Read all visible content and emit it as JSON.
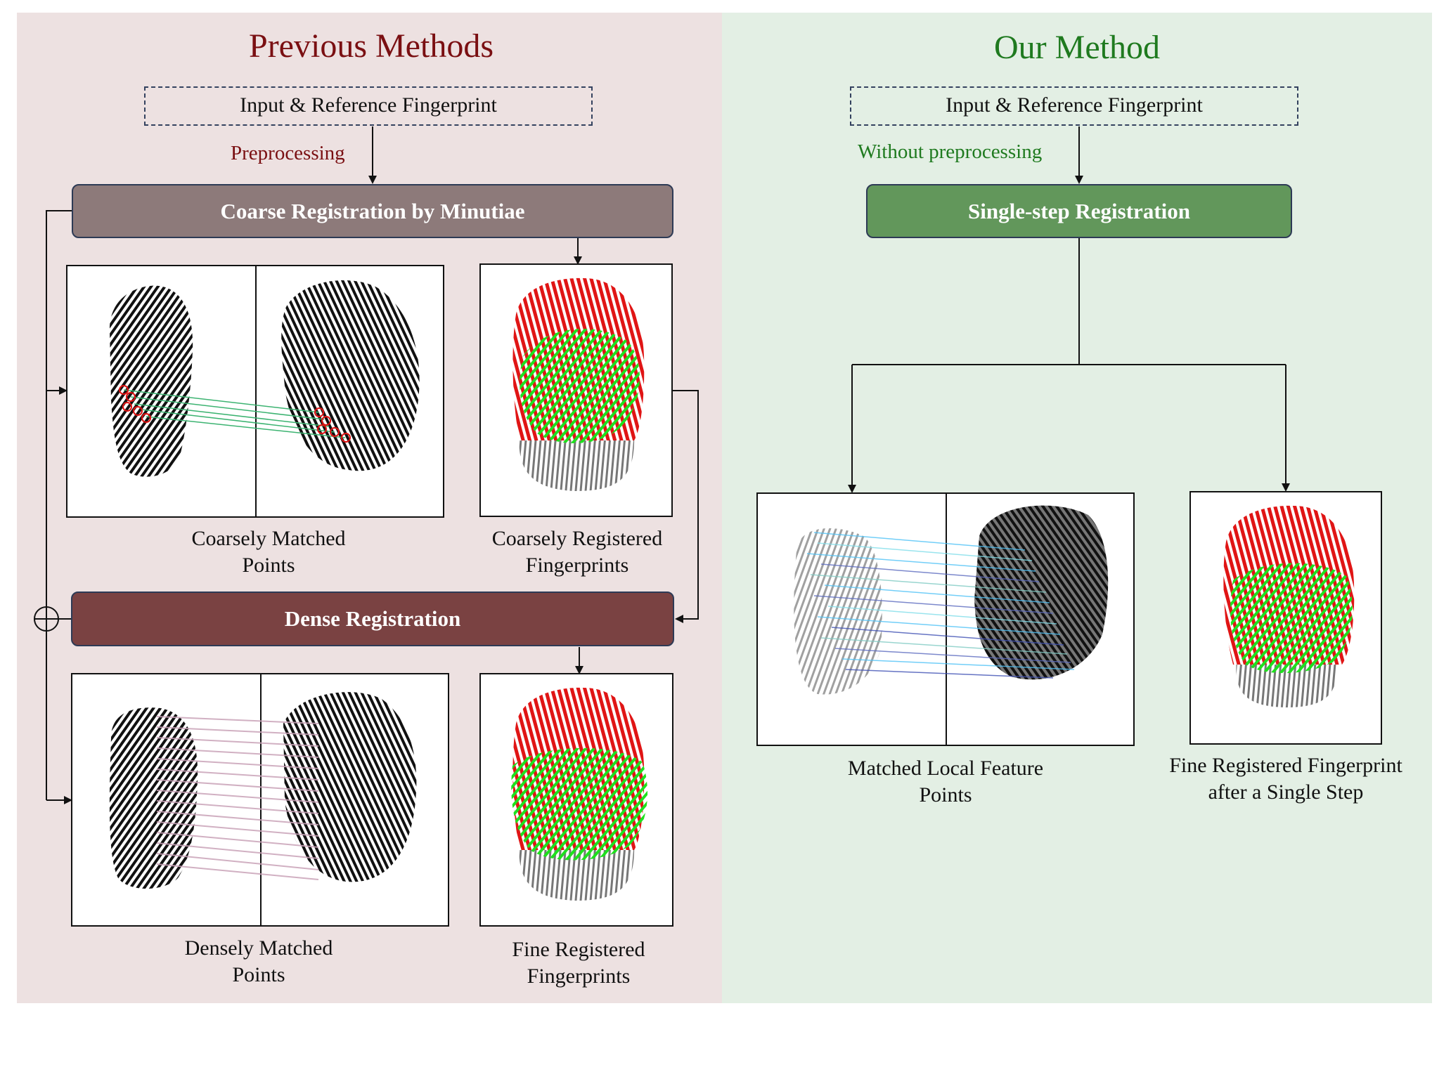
{
  "left_panel": {
    "title": "Previous Methods",
    "input_label": "Input & Reference Fingerprint",
    "preprocess_note": "Preprocessing",
    "coarse_step": "Coarse Registration by Minutiae",
    "coarse_matched_caption_line1": "Coarsely Matched",
    "coarse_matched_caption_line2": "Points",
    "coarse_registered_caption_line1": "Coarsely Registered",
    "coarse_registered_caption_line2": "Fingerprints",
    "dense_step": "Dense Registration",
    "dense_matched_caption_line1": "Densely Matched",
    "dense_matched_caption_line2": "Points",
    "fine_registered_caption_line1": "Fine Registered",
    "fine_registered_caption_line2": "Fingerprints"
  },
  "right_panel": {
    "title": "Our Method",
    "input_label": "Input & Reference Fingerprint",
    "preprocess_note": "Without preprocessing",
    "single_step": "Single-step Registration",
    "matched_caption_line1": "Matched Local Feature",
    "matched_caption_line2": "Points",
    "fine_caption_line1": "Fine Registered Fingerprint",
    "fine_caption_line2": "after a Single Step"
  },
  "colors": {
    "left_bg": "#ede1e1",
    "right_bg": "#e3efe4",
    "left_title": "#7a0f12",
    "right_title": "#1f7a1f",
    "coarse_box": "#8d7a7a",
    "dense_box": "#7a4242",
    "single_box": "#62975b",
    "reference_print": "#e01515",
    "input_print": "#1ee01e"
  }
}
